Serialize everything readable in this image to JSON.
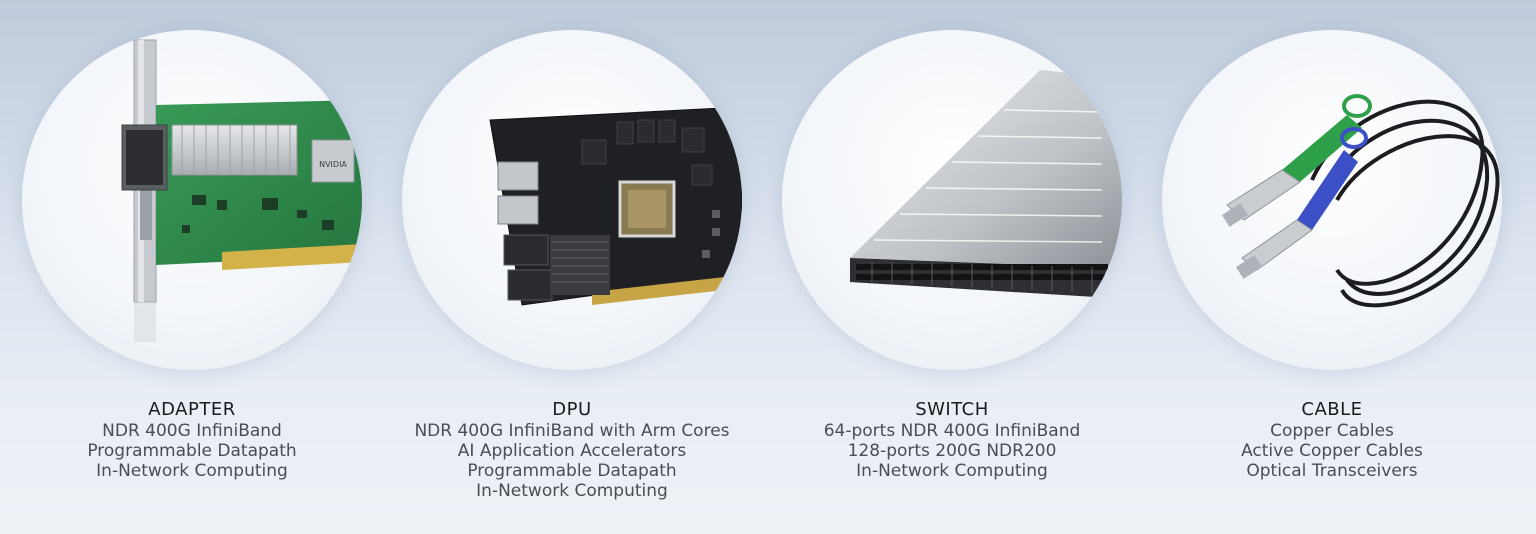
{
  "products": [
    {
      "title": "ADAPTER",
      "lines": [
        "NDR 400G InfiniBand",
        "Programmable Datapath",
        "In-Network Computing"
      ],
      "brand_mark": "NVIDIA"
    },
    {
      "title": "DPU",
      "lines": [
        "NDR 400G InfiniBand with Arm Cores",
        "AI Application Accelerators",
        "Programmable Datapath",
        "In-Network Computing"
      ]
    },
    {
      "title": "SWITCH",
      "lines": [
        "64-ports NDR 400G InfiniBand",
        "128-ports 200G NDR200",
        "In-Network Computing"
      ]
    },
    {
      "title": "CABLE",
      "lines": [
        "Copper Cables",
        "Active Copper Cables",
        "Optical Transceivers"
      ]
    }
  ],
  "colors": {
    "pcb_green": "#2f8a4c",
    "pcb_black": "#1e1f22",
    "pull_tab_green": "#2fa04a",
    "pull_tab_blue": "#3b4fc7",
    "switch_silver": "#c9ccd1"
  },
  "icons": [
    "adapter-card-image",
    "dpu-card-image",
    "switch-image",
    "cable-image"
  ]
}
